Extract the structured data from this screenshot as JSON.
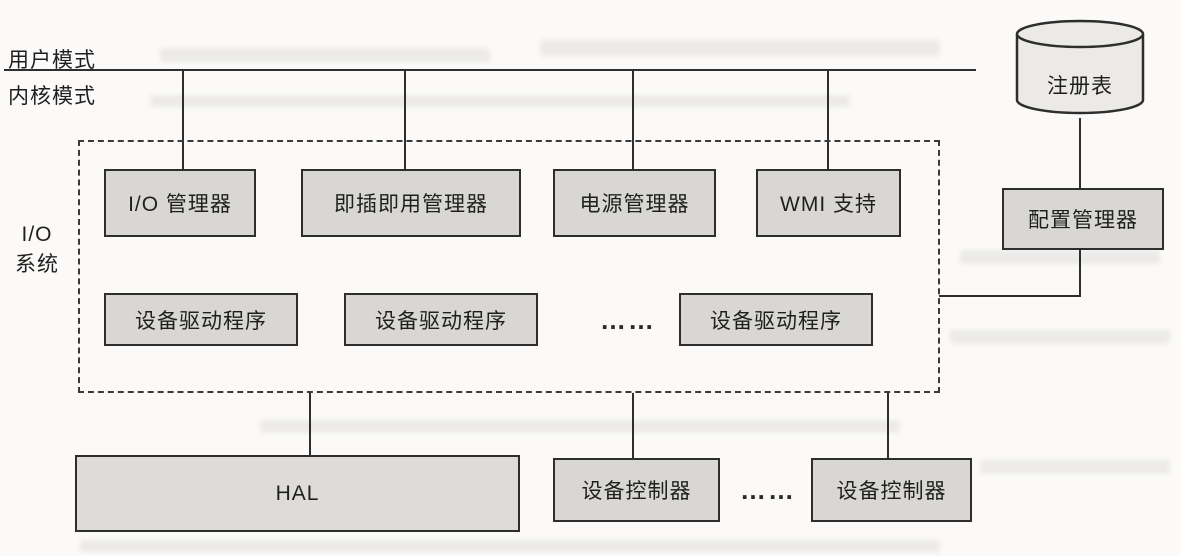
{
  "labels": {
    "user_mode": "用户模式",
    "kernel_mode": "内核模式",
    "registry": "注册表",
    "io_system": "I/O\n系统",
    "config_manager": "配置管理器",
    "hal": "HAL",
    "driver_ellipsis": "……",
    "controller_ellipsis": "……"
  },
  "top_row": [
    {
      "label": "I/O 管理器"
    },
    {
      "label": "即插即用管理器"
    },
    {
      "label": "电源管理器"
    },
    {
      "label": "WMI 支持"
    }
  ],
  "driver_row": [
    {
      "label": "设备驱动程序"
    },
    {
      "label": "设备驱动程序"
    },
    {
      "label": "设备驱动程序"
    }
  ],
  "bottom_row": [
    {
      "label": "设备控制器"
    },
    {
      "label": "设备控制器"
    }
  ]
}
